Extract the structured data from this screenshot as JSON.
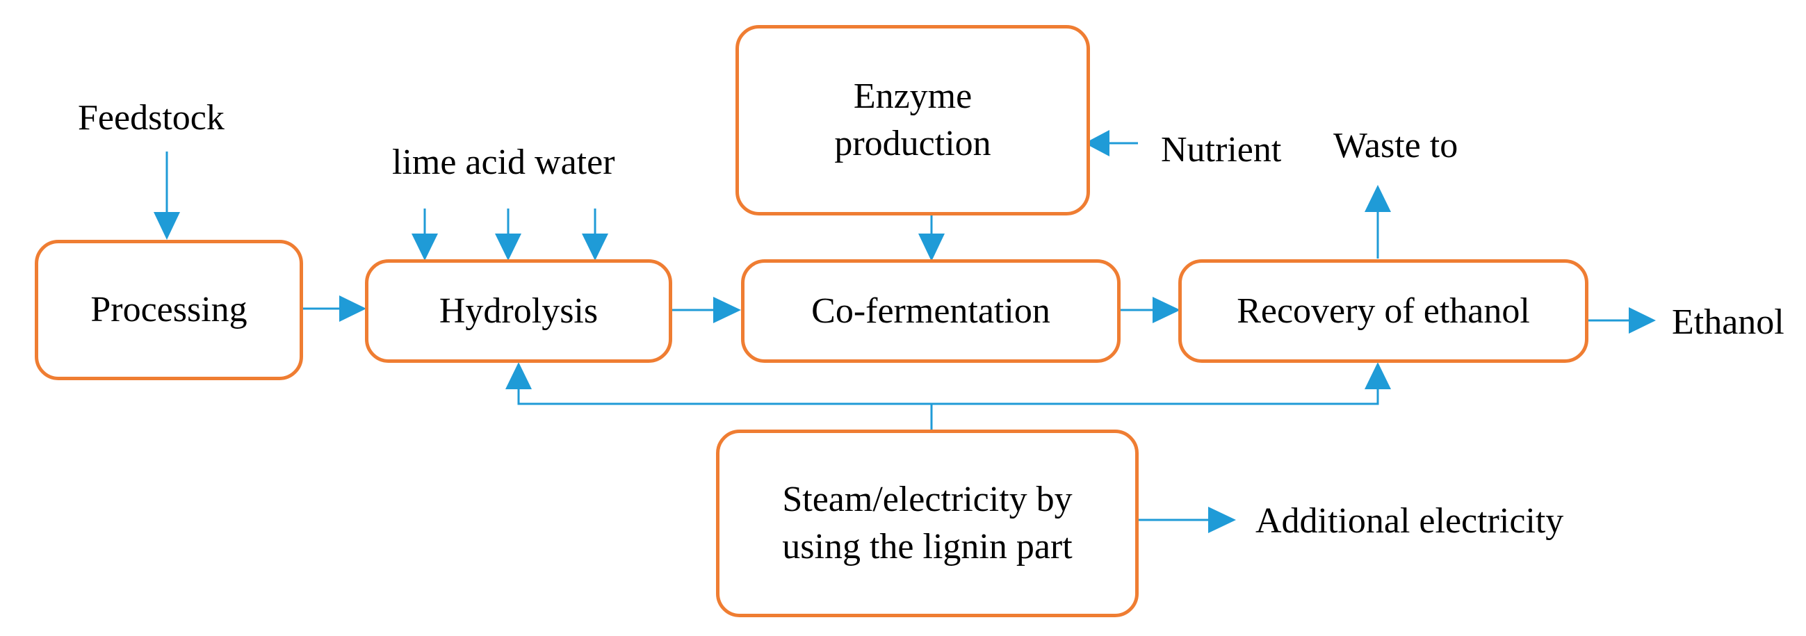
{
  "colors": {
    "box_border": "#ef7d32",
    "arrow": "#1f9bd7",
    "text": "#000000"
  },
  "boxes": {
    "processing": "Processing",
    "hydrolysis": "Hydrolysis",
    "cofermentation": "Co-fermentation",
    "recovery": "Recovery of ethanol",
    "enzyme_line1": "Enzyme",
    "enzyme_line2": "production",
    "steam_line1": "Steam/electricity by",
    "steam_line2": "using the lignin part"
  },
  "labels": {
    "feedstock": "Feedstock",
    "inputs": "lime acid water",
    "nutrient": "Nutrient",
    "waste": "Waste to",
    "ethanol": "Ethanol",
    "additional": "Additional electricity"
  }
}
